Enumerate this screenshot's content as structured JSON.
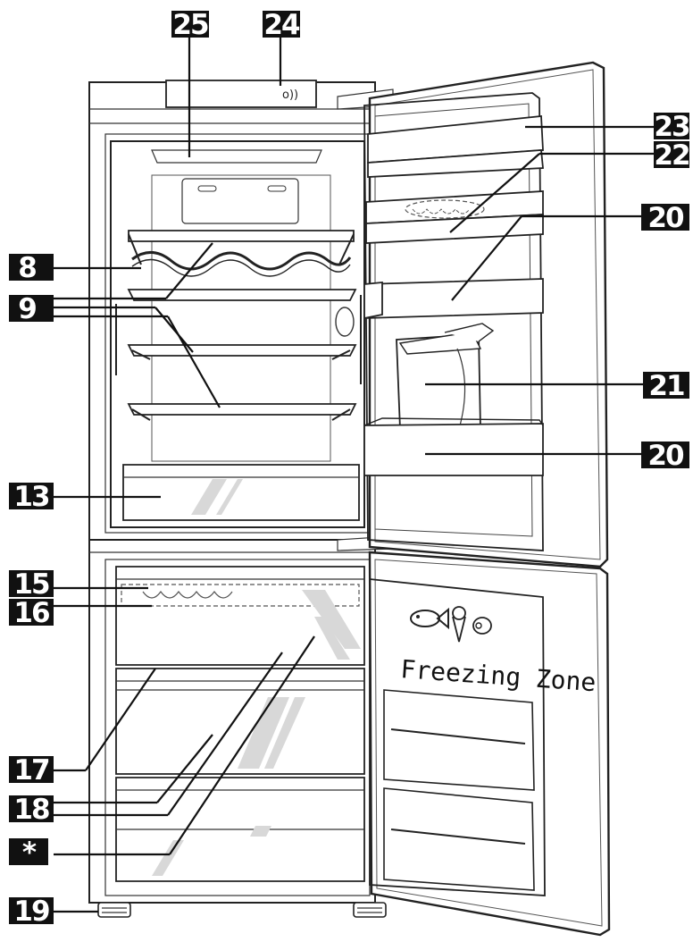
{
  "callouts": [
    {
      "id": "c25",
      "label": "25"
    },
    {
      "id": "c24",
      "label": "24"
    },
    {
      "id": "c23",
      "label": "23"
    },
    {
      "id": "c22",
      "label": "22"
    },
    {
      "id": "c20a",
      "label": "20"
    },
    {
      "id": "c8",
      "label": "8"
    },
    {
      "id": "c9",
      "label": "9"
    },
    {
      "id": "c21",
      "label": "21"
    },
    {
      "id": "c20b",
      "label": "20"
    },
    {
      "id": "c13",
      "label": "13"
    },
    {
      "id": "c15",
      "label": "15"
    },
    {
      "id": "c16",
      "label": "16"
    },
    {
      "id": "c17",
      "label": "17"
    },
    {
      "id": "c18",
      "label": "18"
    },
    {
      "id": "cstar",
      "label": "*"
    },
    {
      "id": "c19",
      "label": "19"
    }
  ],
  "freezer_door": {
    "zone_text": "Freezing Zone"
  },
  "sensor_symbol": "o))"
}
